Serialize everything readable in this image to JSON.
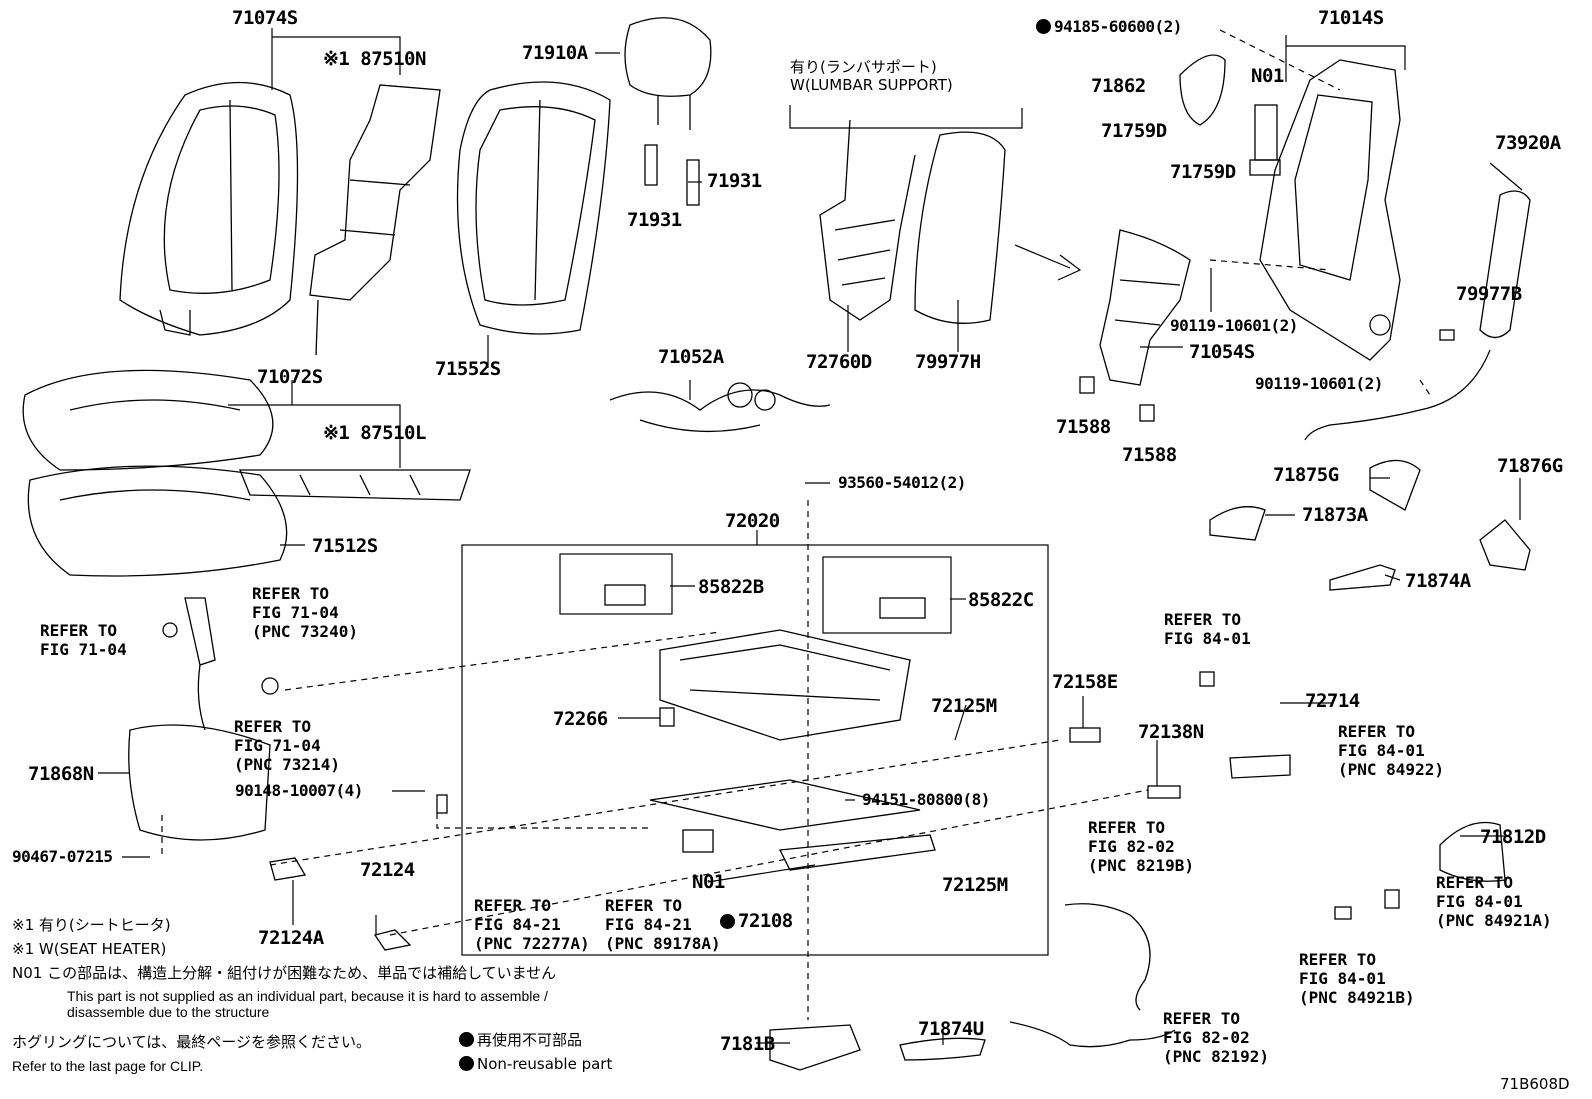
{
  "diagram_code": "71B608D",
  "lumbar_header": {
    "jp": "有り(ランバサポート)",
    "en": "W(LUMBAR SUPPORT)"
  },
  "part_labels": {
    "p71074S": "71074S",
    "p187510N": "※1 87510N",
    "p71910A": "71910A",
    "p71931a": "71931",
    "p71931b": "71931",
    "p71552S": "71552S",
    "p71072S": "71072S",
    "p187510L": "※1 87510L",
    "p71512S": "71512S",
    "p72760D": "72760D",
    "p79977H": "79977H",
    "p71052A": "71052A",
    "p94185": "94185-60600(2)",
    "p71014S": "71014S",
    "pN01a": "N01",
    "p71862": "71862",
    "p71759Da": "71759D",
    "p71759Db": "71759D",
    "p73920A": "73920A",
    "p90119a": "90119-10601(2)",
    "p79977B": "79977B",
    "p71054S": "71054S",
    "p90119b": "90119-10601(2)",
    "p71588a": "71588",
    "p71588b": "71588",
    "p71875G": "71875G",
    "p71876G": "71876G",
    "p71873A": "71873A",
    "p71874A": "71874A",
    "p93560": "93560-54012(2)",
    "p72020": "72020",
    "p85822B": "85822B",
    "p85822C": "85822C",
    "p72266": "72266",
    "p72125Ma": "72125M",
    "p72158E": "72158E",
    "p94151": "94151-80800(8)",
    "p72125Mb": "72125M",
    "pN01b": "N01",
    "p72108": "72108",
    "p71868N": "71868N",
    "p90148": "90148-10007(4)",
    "p90467": "90467-07215",
    "p72124": "72124",
    "p72124A": "72124A",
    "p72714": "72714",
    "p72138N": "72138N",
    "p71812D": "71812D",
    "p7181B": "7181B",
    "p71874U": "71874U"
  },
  "references": {
    "r1": "REFER TO\nFIG 71-04\n(PNC 73240)",
    "r2": "REFER TO\nFIG 71-04",
    "r3": "REFER TO\nFIG 71-04\n(PNC 73214)",
    "r4": "REFER TO\nFIG 84-01",
    "r5": "REFER TO\nFIG 84-01\n(PNC 84922)",
    "r6": "REFER TO\nFIG 82-02\n(PNC 8219B)",
    "r7": "REFER TO\nFIG 84-21\n(PNC 72277A)",
    "r8": "REFER TO\nFIG 84-21\n(PNC 89178A)",
    "r9": "REFER TO\nFIG 84-01\n(PNC 84921A)",
    "r10": "REFER TO\nFIG 84-01\n(PNC 84921B)",
    "r11": "REFER TO\nFIG 82-02\n(PNC 82192)"
  },
  "notes": {
    "seat_heater_jp": "※1 有り(シートヒータ)",
    "seat_heater_en": "※1 W(SEAT HEATER)",
    "n01_jp": "N01 この部品は、構造上分解・組付けが困難なため、単品では補給していません",
    "n01_en_1": "This part is not supplied as an individual part, because it is hard to assemble /",
    "n01_en_2": "disassemble due to the structure",
    "clip_jp": "ホグリングについては、最終ページを参照ください。",
    "clip_en": "Refer to the last page for CLIP.",
    "nonreusable_jp": "再使用不可部品",
    "nonreusable_en": "Non-reusable part"
  }
}
